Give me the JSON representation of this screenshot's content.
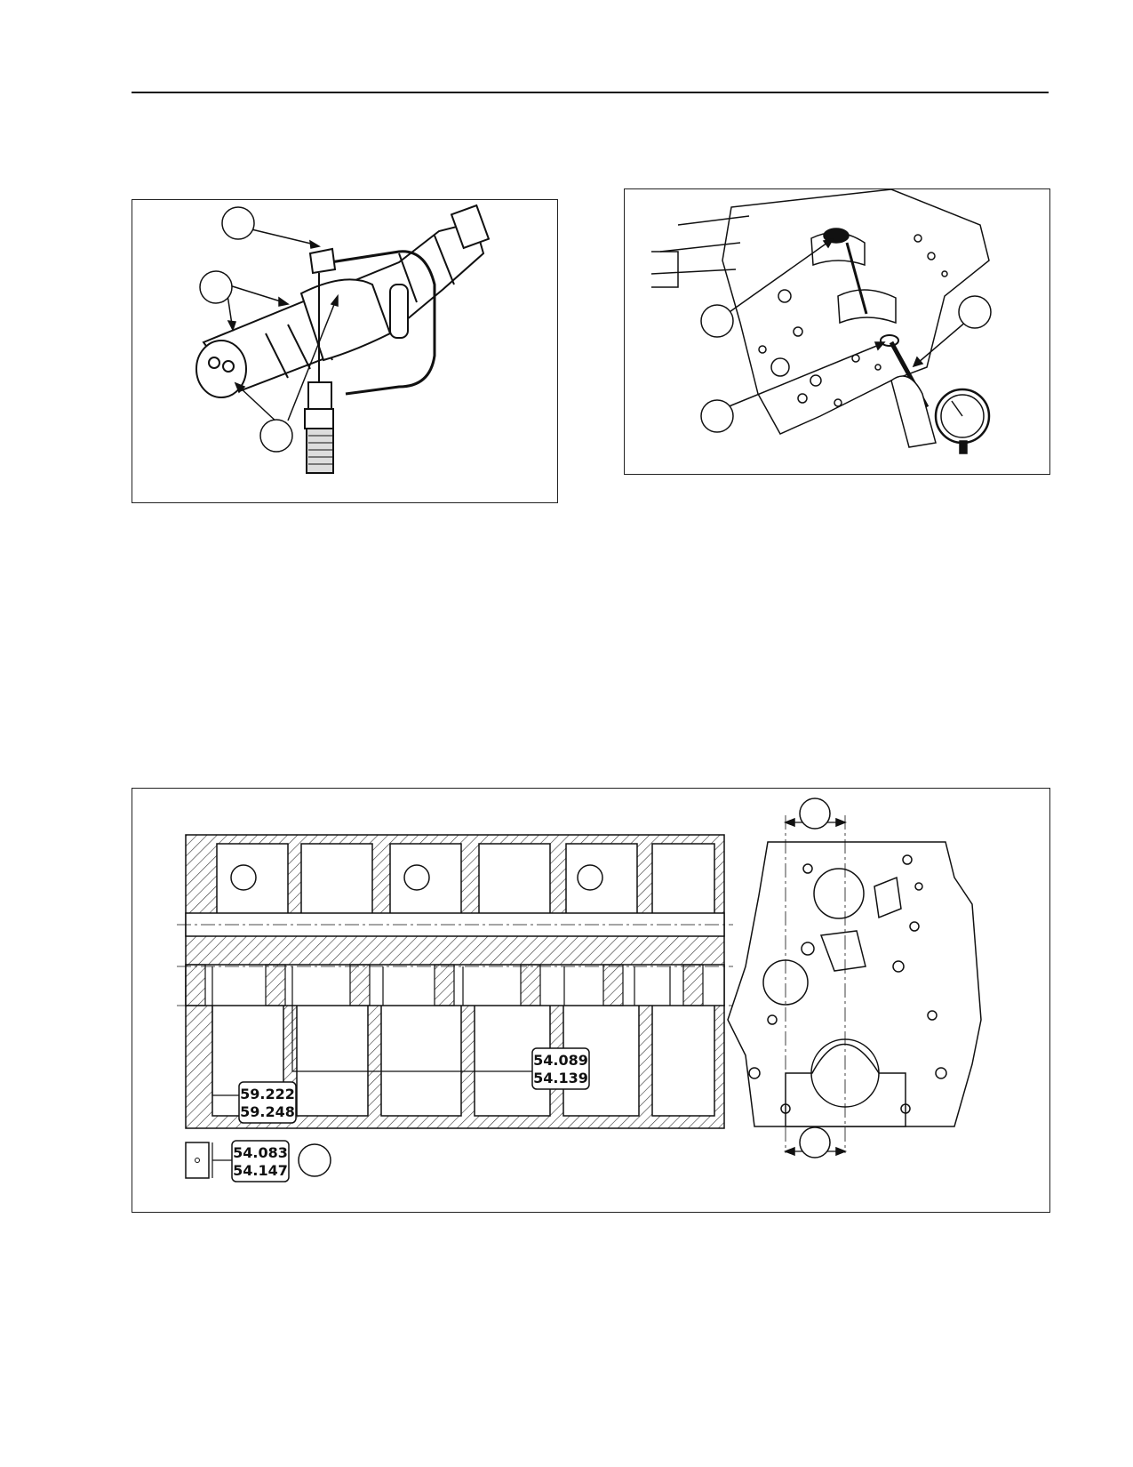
{
  "figures": {
    "camshaft_measure": {
      "callouts": [
        "",
        "",
        ""
      ]
    },
    "block_bore_measure": {
      "callouts": [
        "",
        "",
        ""
      ]
    },
    "block_section": {
      "bearing_bore_dimension": {
        "line1": "59.222",
        "line2": "59.248"
      },
      "intermediate_bore_dimension": {
        "line1": "54.089",
        "line2": "54.139"
      },
      "bushing_dimension": {
        "line1": "54.083",
        "line2": "54.147"
      },
      "callouts": [
        "",
        "",
        ""
      ]
    }
  }
}
